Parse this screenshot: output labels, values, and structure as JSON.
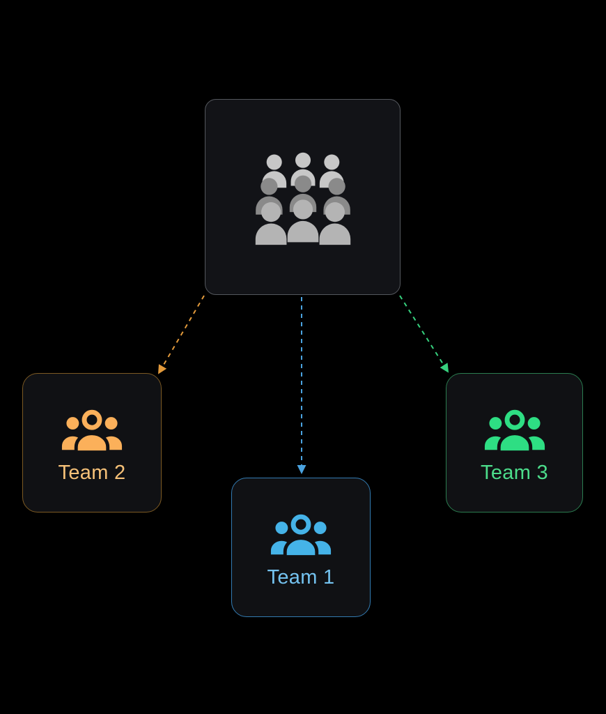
{
  "diagram": {
    "background_color": "#000000",
    "root_node": {
      "icon": "crowd-icon",
      "label": "",
      "border_color": "#54575d"
    },
    "teams": [
      {
        "label": "Team 2",
        "icon": "team-group-icon",
        "accent_color": "#fbb05a",
        "text_color": "#f6c178",
        "border_color": "#7d5a23",
        "position": "left"
      },
      {
        "label": "Team 1",
        "icon": "team-group-icon",
        "accent_color": "#45b3e8",
        "text_color": "#74c3f0",
        "border_color": "#337cb3",
        "position": "bottom-center"
      },
      {
        "label": "Team 3",
        "icon": "team-group-icon",
        "accent_color": "#2ede83",
        "text_color": "#4cdd8b",
        "border_color": "#2b7d50",
        "position": "right"
      }
    ],
    "connectors": [
      {
        "from": "root",
        "to": "Team 2",
        "color": "#e39a3b",
        "style": "dashed-arrow"
      },
      {
        "from": "root",
        "to": "Team 1",
        "color": "#4aa3e0",
        "style": "dashed-arrow"
      },
      {
        "from": "root",
        "to": "Team 3",
        "color": "#36d17e",
        "style": "dashed-arrow"
      }
    ]
  }
}
